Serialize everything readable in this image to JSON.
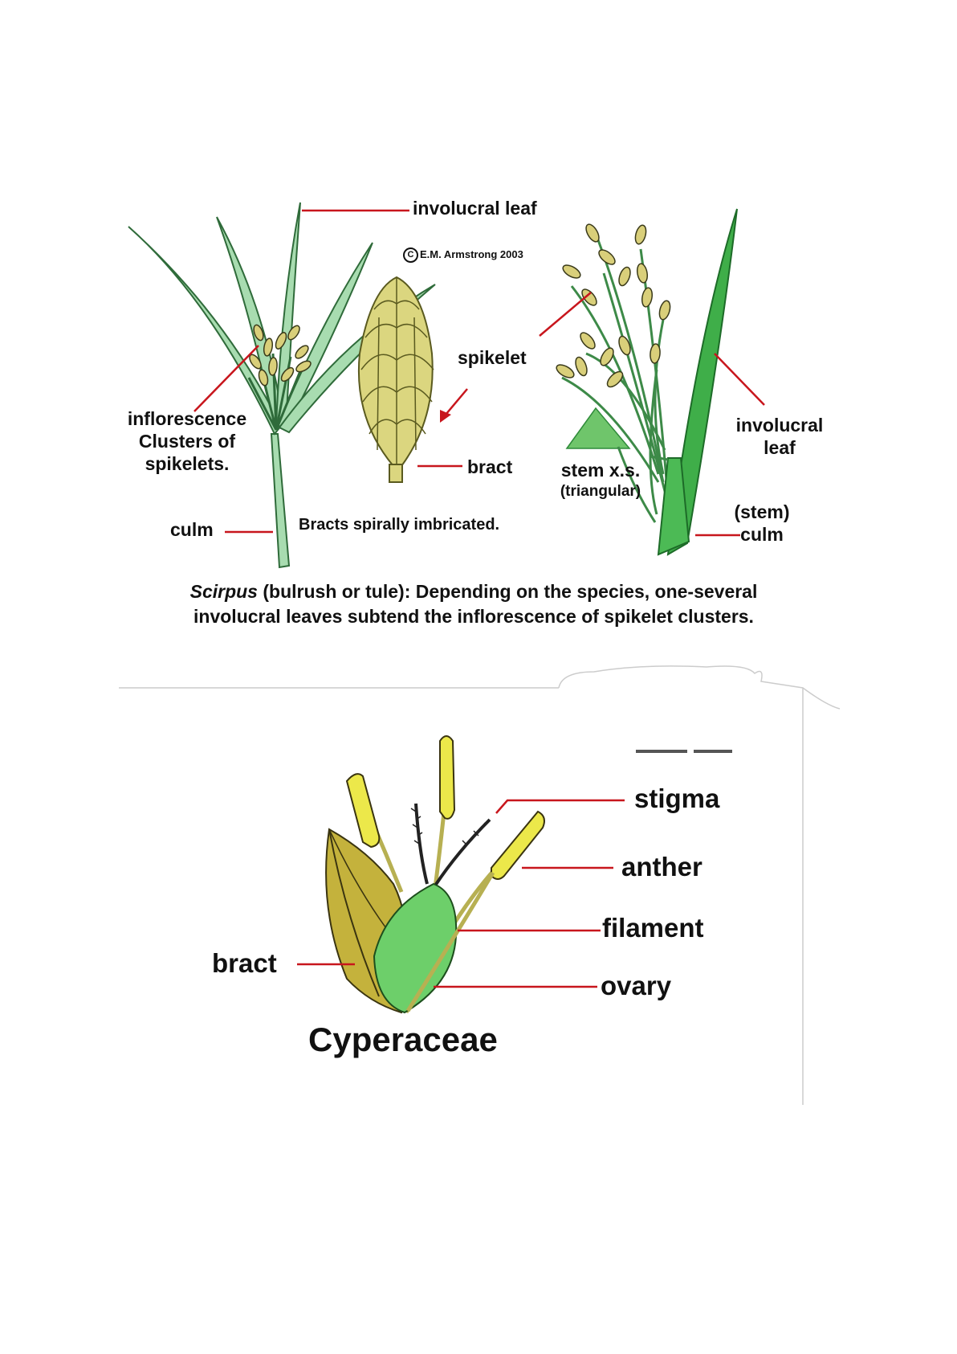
{
  "copyright": "E.M. Armstrong 2003",
  "upper_figure": {
    "labels": {
      "involucral_leaf_top": "involucral leaf",
      "inflorescence": "inflorescence",
      "clusters_line1": "Clusters of",
      "clusters_line2": "spikelets.",
      "culm_left": "culm",
      "spikelet": "spikelet",
      "bract": "bract",
      "bracts_note": "Bracts spirally imbricated.",
      "stem_xs": "stem x.s.",
      "triangular": "(triangular)",
      "involucral_right_line1": "involucral",
      "involucral_right_line2": "leaf",
      "stem_paren": "(stem)",
      "culm_right": "culm"
    },
    "caption": {
      "genus": "Scirpus",
      "line1_rest": " (bulrush or tule):  Depending on the species, one-several",
      "line2": "involucral leaves subtend the inflorescence of spikelet clusters."
    }
  },
  "lower_figure": {
    "labels": {
      "stigma": "stigma",
      "anther": "anther",
      "filament": "filament",
      "ovary": "ovary",
      "bract": "bract"
    },
    "family": "Cyperaceae"
  },
  "colors": {
    "leader_line": "#c8161d",
    "leaf_green": "#a8dcb0",
    "stem_green": "#3fae49",
    "spikelet_tan": "#d9cf7a",
    "anther_yellow": "#ece84a",
    "ovary_green": "#6dcf6a",
    "bract_olive": "#c4b23c"
  }
}
